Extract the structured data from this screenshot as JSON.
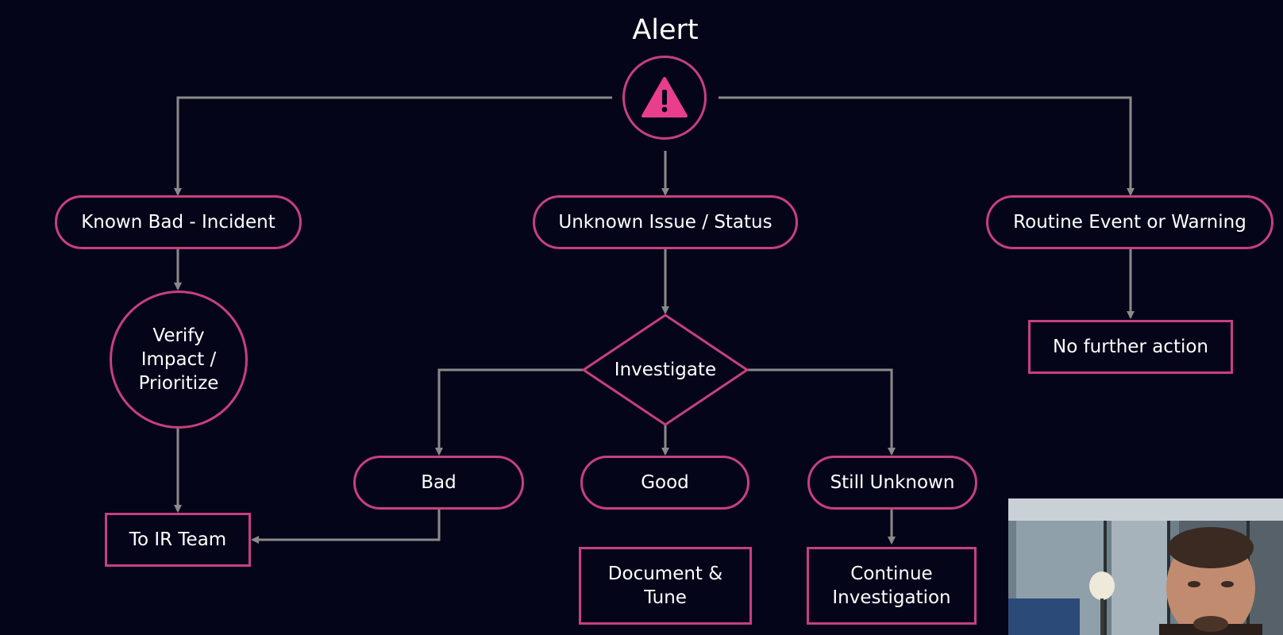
{
  "diagram": {
    "title": "Alert",
    "nodes": {
      "known_bad": "Known Bad - Incident",
      "unknown_issue": "Unknown Issue / Status",
      "routine_event": "Routine Event or Warning",
      "verify_impact": "Verify\nImpact /\nPrioritize",
      "investigate": "Investigate",
      "no_further_action": "No further action",
      "bad": "Bad",
      "good": "Good",
      "still_unknown": "Still Unknown",
      "to_ir_team": "To IR Team",
      "document_tune": "Document &\nTune",
      "continue_investigation": "Continue\nInvestigation"
    },
    "colors": {
      "background": "#05051a",
      "node_border": "#c7407f",
      "connector": "#8a8a8a",
      "text": "#ffffff",
      "alert_icon": "#e83e8c"
    },
    "icons": {
      "alert": "warning-triangle-icon"
    }
  }
}
